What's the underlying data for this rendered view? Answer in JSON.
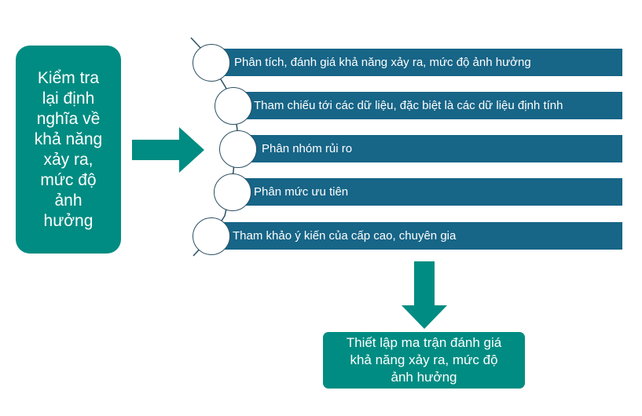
{
  "left_box": {
    "lines": [
      "Kiểm tra",
      "lại định",
      "nghĩa về",
      "khả năng",
      "xảy ra,",
      "mức độ",
      "ảnh",
      "hưởng"
    ]
  },
  "steps": [
    {
      "label": "Phân tích, đánh giá khả năng xảy ra, mức độ ảnh hưởng"
    },
    {
      "label": "Tham chiếu tới các dữ liệu, đặc biệt là các dữ liệu định tính"
    },
    {
      "label": "Phân nhóm rủi ro"
    },
    {
      "label": "Phân mức ưu tiên"
    },
    {
      "label": "Tham khảo ý kiến của cấp cao, chuyên gia"
    }
  ],
  "bottom_box": {
    "lines": [
      "Thiết lập ma trận đánh giá",
      "khả năng xảy ra, mức độ",
      "ảnh hưởng"
    ]
  },
  "colors": {
    "teal": "#008c82",
    "bar_blue": "#176587",
    "connector": "#2c4f62"
  }
}
